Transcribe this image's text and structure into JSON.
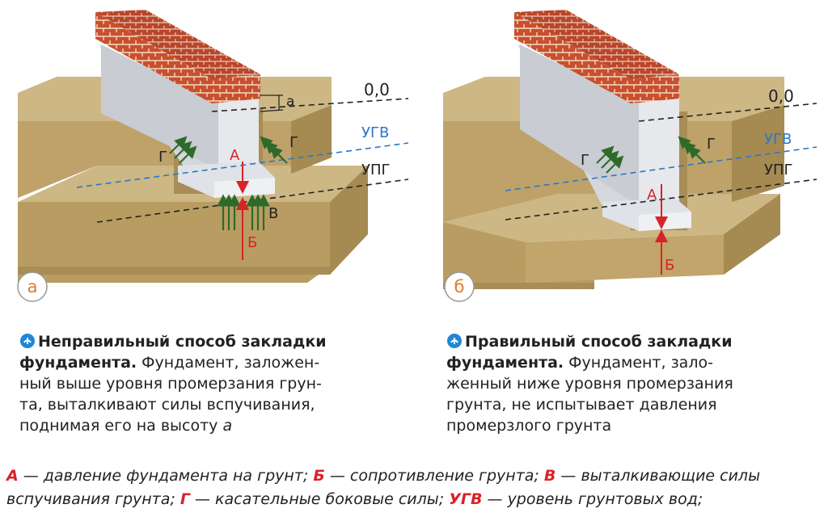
{
  "panels": [
    {
      "letter": "а",
      "labels": {
        "zero": "0,0",
        "ugv": "УГВ",
        "upg": "УПГ",
        "a": "а",
        "A": "А",
        "B": "Б",
        "V": "В",
        "G_left": "Г",
        "G_right": "Г"
      },
      "caption_bold": "Неправильный способ закладки фундамента.",
      "caption_text": [
        " Фундамент, заложен-",
        "ный выше уровня промерзания грун-",
        "та, выталкивают силы вспучивания,",
        "поднимая его на высоту "
      ],
      "caption_italic": "а"
    },
    {
      "letter": "б",
      "labels": {
        "zero": "0,0",
        "ugv": "УГВ",
        "upg": "УПГ",
        "A": "А",
        "B": "Б",
        "G_left": "Г",
        "G_right": "Г"
      },
      "caption_bold": "Правильный способ закладки фундамента.",
      "caption_text": [
        " Фундамент, зало-",
        "женный ниже уровня промерзания",
        "грунта, не испытывает давления",
        "промерзлого грунта"
      ]
    }
  ],
  "legend": {
    "A_key": "А",
    "A_text": " — давление фундамента на грунт; ",
    "B_key": "Б",
    "B_text": " — сопротивление грунта; ",
    "V_key": "В",
    "V_text": " — выталкивающие силы вспучивания грунта; ",
    "G_key": "Г",
    "G_text": " — касательные боковые силы; ",
    "UGV_key": "УГВ",
    "UGV_text": " — уровень грунтовых вод;"
  },
  "colors": {
    "soil_top": "#c9b27b",
    "soil_front": "#b89c61",
    "soil_side": "#a58a52",
    "brick": "#c8502d",
    "concrete": "#e4e6ea",
    "ugv_line": "#2a77c8",
    "arrow_red": "#d8232a",
    "force_green": "#2e6b2a",
    "circle_letter": "#e07b2c"
  }
}
